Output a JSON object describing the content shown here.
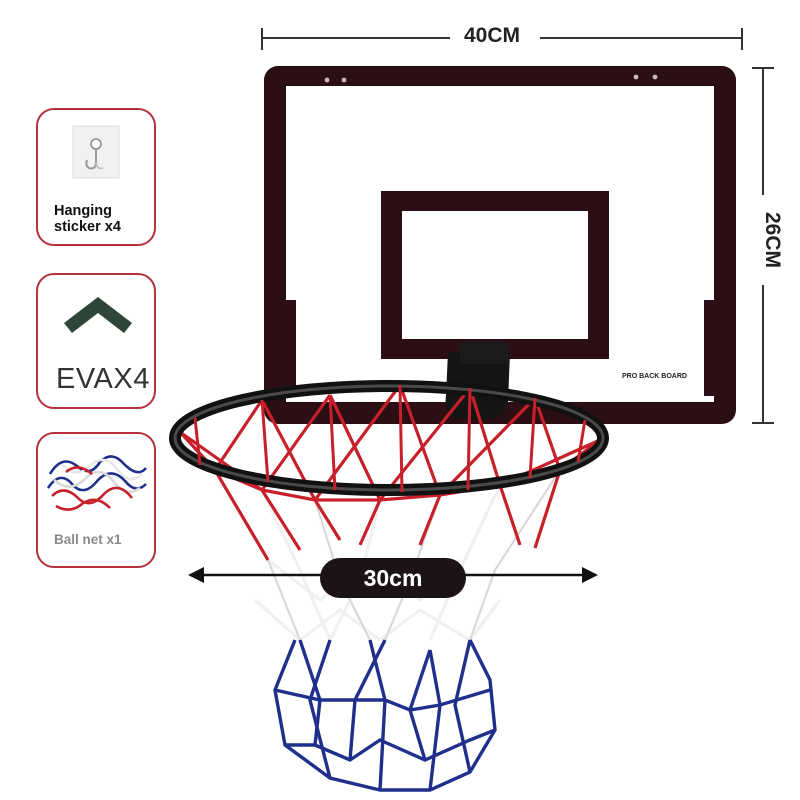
{
  "dimensions": {
    "backboard_width": "40CM",
    "backboard_height": "26CM",
    "rim_diameter": "30cm"
  },
  "backboard": {
    "label": "PRO BACK BOARD",
    "frame_color": "#2b0f14"
  },
  "accessories": [
    {
      "label": "Hanging sticker x4",
      "icon": "hanging-hook-icon"
    },
    {
      "label": "EVAX4",
      "icon": "eva-corner-icon"
    },
    {
      "label": "Ball net x1",
      "icon": "ball-net-icon"
    }
  ],
  "colors": {
    "card_border": "#b8303a",
    "net_red": "#c8202a",
    "net_white": "#f2f2f2",
    "net_blue": "#1f2f8c",
    "rim": "#1a1a1a"
  }
}
